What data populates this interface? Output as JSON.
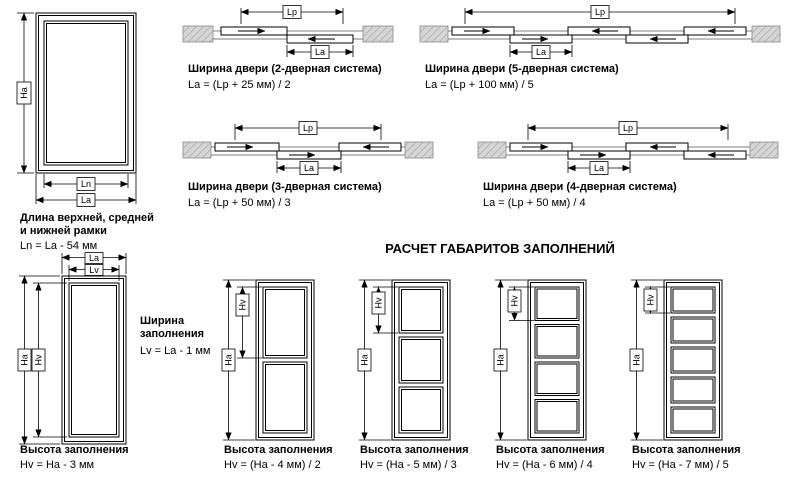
{
  "title": "РАСЧЕТ ГАБАРИТОВ ЗАПОЛНЕНИЙ",
  "labels": {
    "lp": "Lp",
    "la": "La",
    "ln": "Ln",
    "lv": "Lv",
    "ha": "Ha",
    "hv": "Hv"
  },
  "frame": {
    "caption_line1": "Длина верхней, средней",
    "caption_line2": "и нижней рамки",
    "formula": "Ln = La - 54 мм"
  },
  "systems": {
    "s2": {
      "caption": "Ширина двери (2-дверная система)",
      "formula": "La = (Lp + 25 мм) / 2"
    },
    "s5": {
      "caption": "Ширина двери (5-дверная система)",
      "formula": "La = (Lp + 100 мм) / 5"
    },
    "s3": {
      "caption": "Ширина двери (3-дверная система)",
      "formula": "La = (Lp + 50 мм) / 3"
    },
    "s4": {
      "caption": "Ширина двери (4-дверная система)",
      "formula": "La = (Lp + 50 мм) / 4"
    }
  },
  "fillings": {
    "caption": "Высота заполнения",
    "width_note_line1": "Ширина",
    "width_note_line2": "заполнения",
    "width_note_formula": "Lv = La - 1 мм",
    "f1_formula": "Hv = Ha - 3 мм",
    "f2_formula": "Hv = (Ha - 4 мм) / 2",
    "f3_formula": "Hv = (Ha - 5 мм) / 3",
    "f4_formula": "Hv = (Ha - 6 мм) / 4",
    "f5_formula": "Hv = (Ha - 7 мм) / 5"
  }
}
